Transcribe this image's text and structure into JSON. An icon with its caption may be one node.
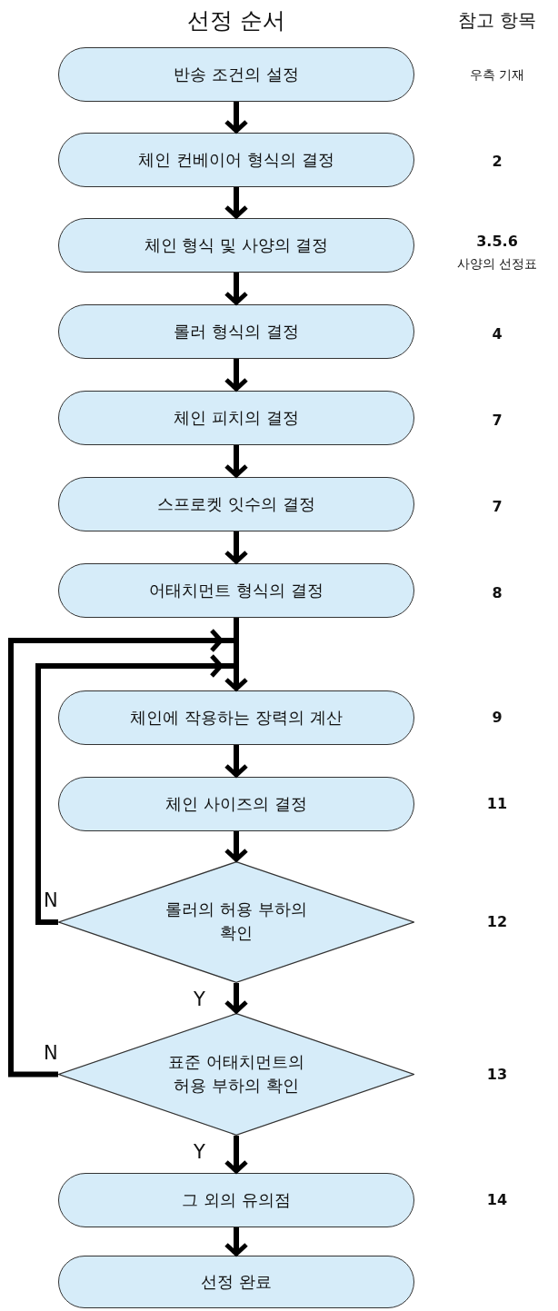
{
  "diagram": {
    "title": "선정 순서",
    "nodes": [
      {
        "text": [
          "반송 조건의 설정"
        ]
      },
      {
        "text": [
          "체인 컨베이어 형식의 결정"
        ]
      },
      {
        "text": [
          "체인 형식 및 사양의 결정"
        ]
      },
      {
        "text": [
          "롤러 형식의 결정"
        ]
      },
      {
        "text": [
          "체인 피치의 결정"
        ]
      },
      {
        "text": [
          "스프로켓 잇수의 결정"
        ]
      },
      {
        "text": [
          "어태치먼트 형식의 결정"
        ]
      },
      {
        "text": [
          "체인에 작용하는 장력의 계산"
        ]
      },
      {
        "text": [
          "체인 사이즈의 결정"
        ]
      },
      {
        "text": [
          "롤러의 허용 부하의 확인"
        ]
      },
      {
        "text": [
          "표준 어태치먼트의 허용 부하의 확인"
        ]
      },
      {
        "text": [
          "그 외의 유의점"
        ]
      },
      {
        "text": [
          "선정 완료"
        ]
      }
    ],
    "edges": [
      {
        "from": 0,
        "to": 1,
        "arrow": "to"
      },
      {
        "from": 1,
        "to": 2,
        "arrow": "to"
      },
      {
        "from": 2,
        "to": 3,
        "arrow": "to"
      },
      {
        "from": 3,
        "to": 4,
        "arrow": "to"
      },
      {
        "from": 4,
        "to": 5,
        "arrow": "to"
      },
      {
        "from": 5,
        "to": 6,
        "arrow": "to"
      },
      {
        "from": 6,
        "to": 7,
        "arrow": "to"
      },
      {
        "from": 7,
        "to": 8,
        "arrow": "to"
      },
      {
        "from": 8,
        "to": 9,
        "arrow": "to"
      },
      {
        "from": 9,
        "to": 10,
        "arrow": "to",
        "label": "Y"
      },
      {
        "from": 10,
        "to": 11,
        "arrow": "to",
        "label": "Y"
      },
      {
        "from": 11,
        "to": 12,
        "arrow": "to"
      },
      {
        "from": 9,
        "to": 7,
        "arrow": "to",
        "label": "N"
      },
      {
        "from": 10,
        "to": 7,
        "arrow": "to",
        "label": "N"
      }
    ],
    "labels": [
      "참고 항목",
      "우측 기재",
      "2",
      "3.5.6",
      "사양의 선정표",
      "4",
      "7",
      "7",
      "8",
      "9",
      "11",
      "12",
      "13",
      "14"
    ]
  }
}
